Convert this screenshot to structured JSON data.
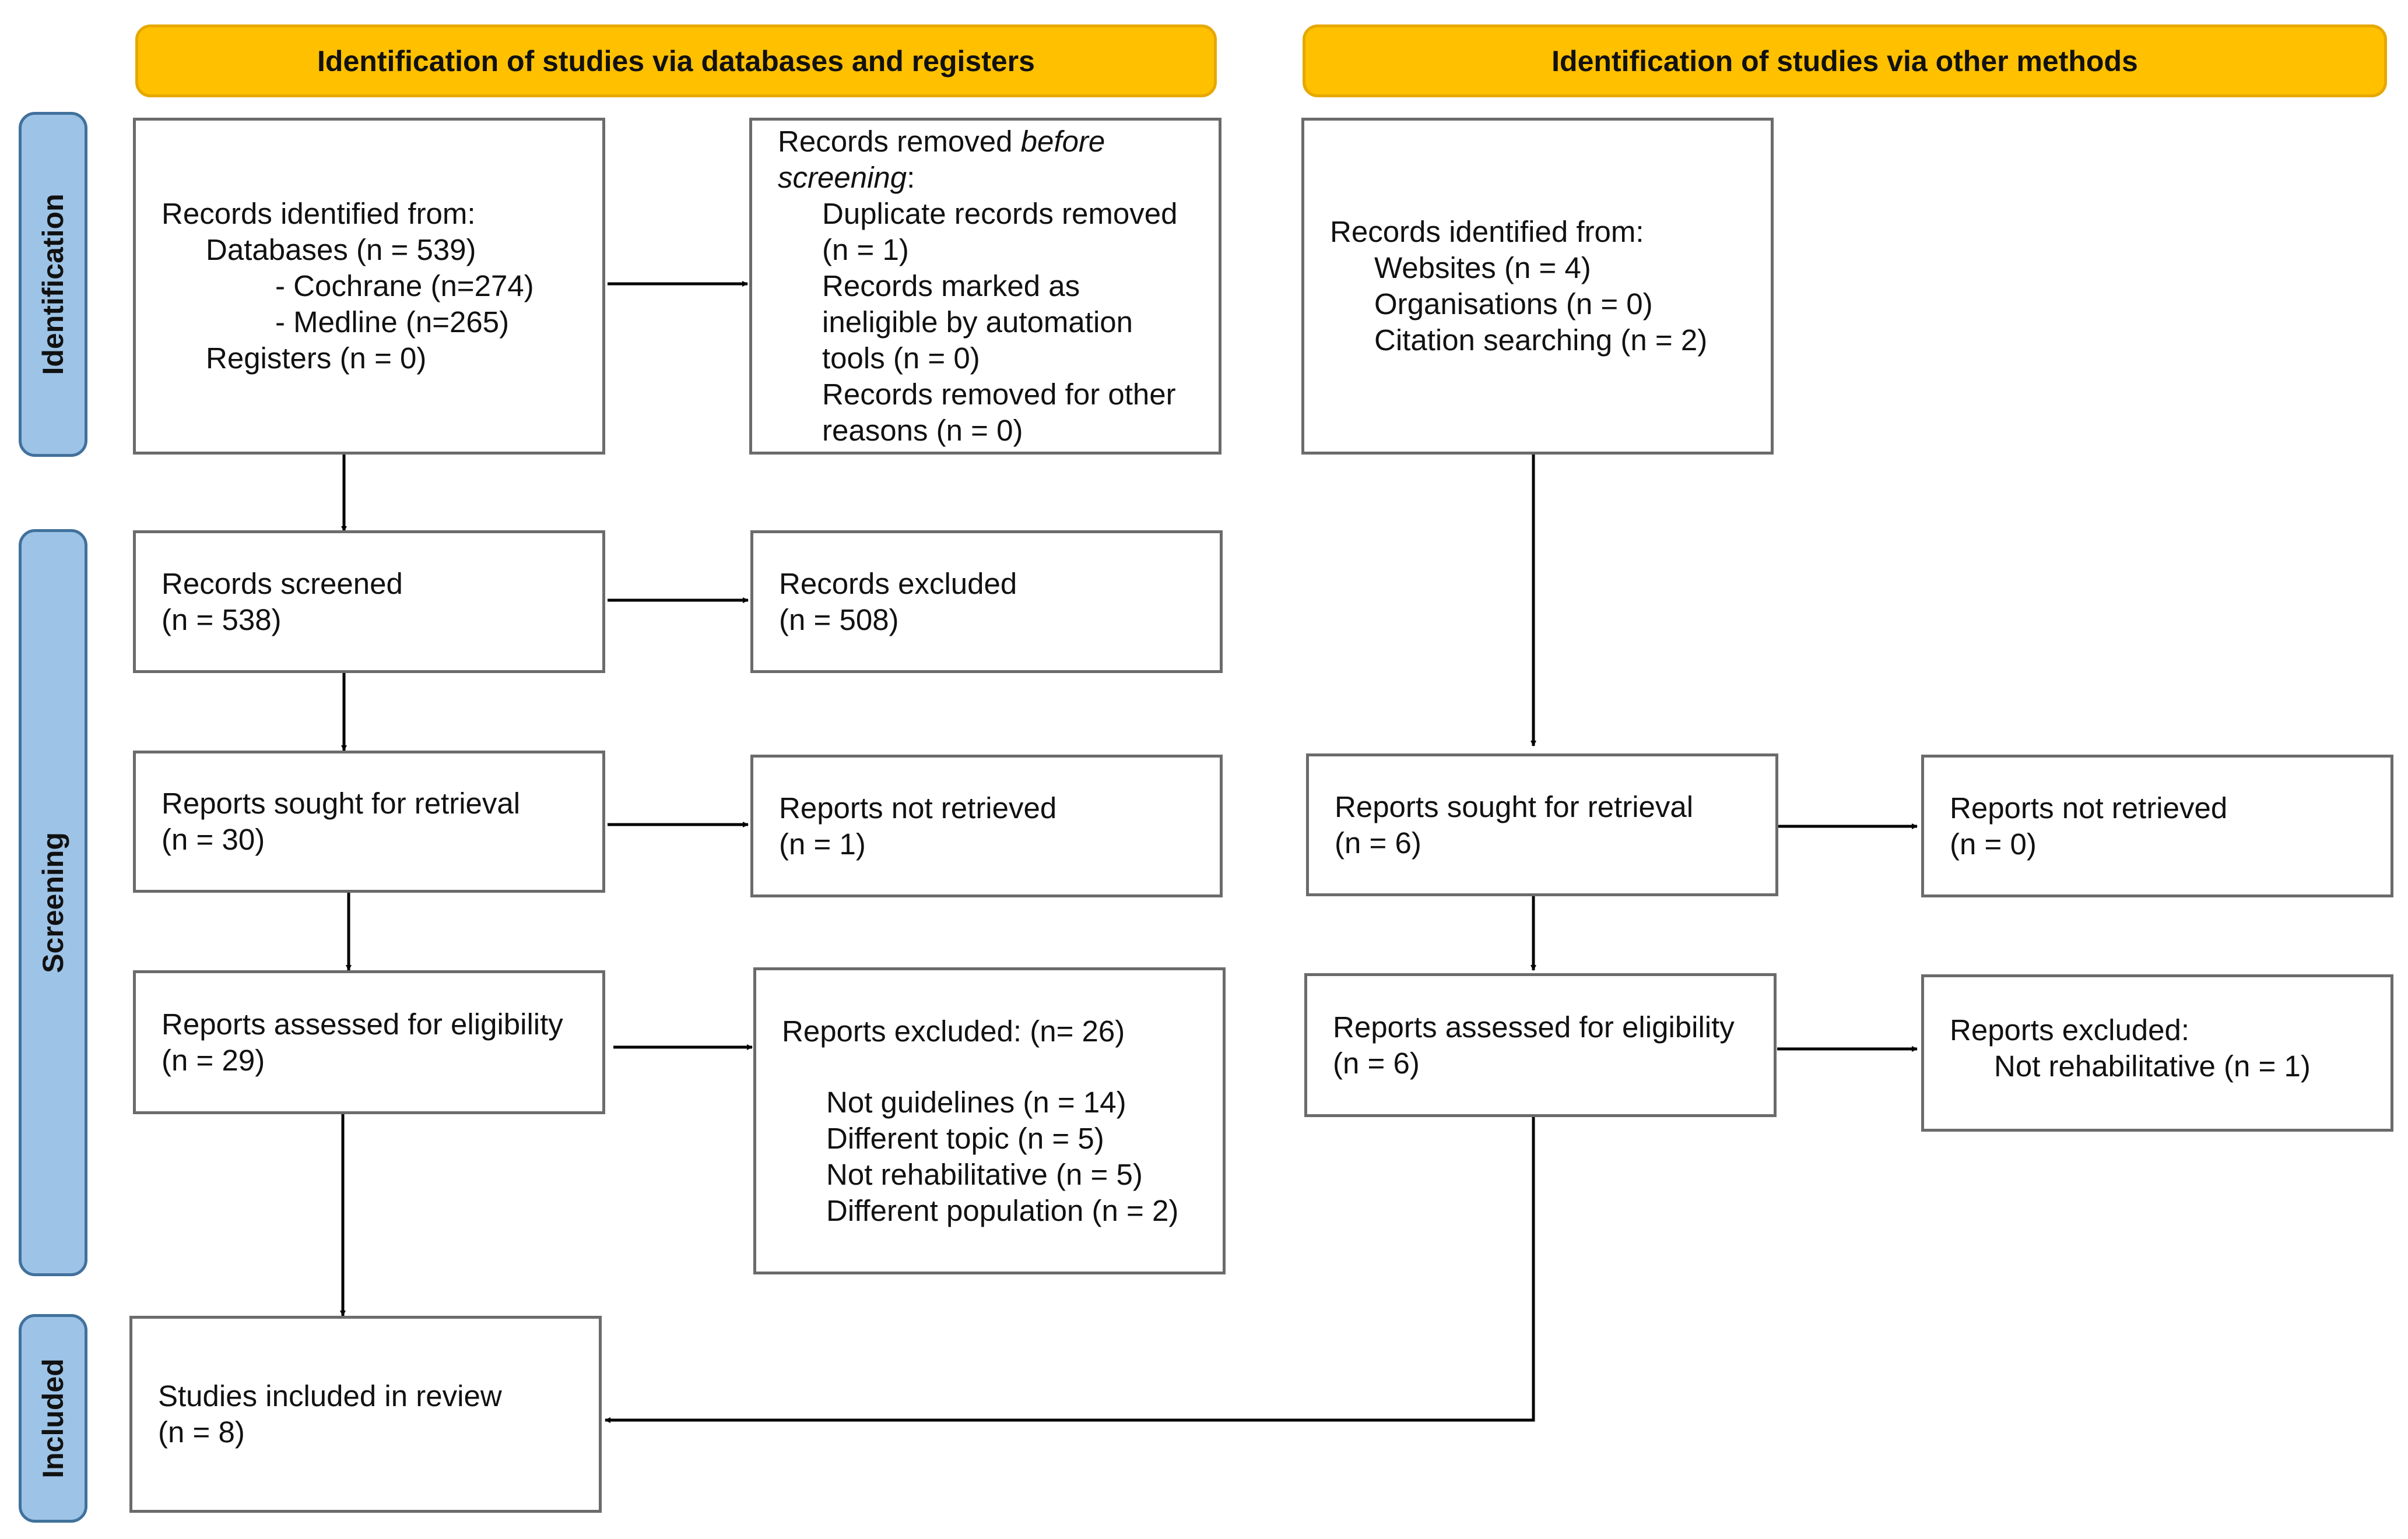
{
  "headers": {
    "databases": "Identification of studies via databases and registers",
    "other": "Identification of studies via other methods"
  },
  "phases": {
    "identification": "Identification",
    "screening": "Screening",
    "included": "Included"
  },
  "left": {
    "records_identified": {
      "title": "Records identified from:",
      "databases": "Databases (n = 539)",
      "cochrane": "- Cochrane (n=274)",
      "medline": "- Medline (n=265)",
      "registers": "Registers (n = 0)"
    },
    "records_removed": {
      "title_prefix": "Records removed ",
      "title_emphasis": "before screening",
      "title_suffix": ":",
      "duplicates": "Duplicate records removed (n = 1)",
      "ineligible": "Records marked as ineligible by automation tools (n = 0)",
      "other": "Records removed for other reasons (n = 0)"
    },
    "screened": {
      "label": "Records screened",
      "count": "(n = 538)"
    },
    "excluded": {
      "label": "Records excluded",
      "count": "(n = 508)"
    },
    "sought": {
      "label": "Reports sought for retrieval",
      "count": "(n = 30)"
    },
    "not_retrieved": {
      "label": "Reports not retrieved",
      "count": "(n = 1)"
    },
    "assessed": {
      "label": "Reports assessed for eligibility",
      "count": "(n = 29)"
    },
    "reports_excluded": {
      "title": "Reports excluded: (n= 26)",
      "reasons": [
        "Not guidelines (n = 14)",
        "Different topic (n = 5)",
        "Not rehabilitative (n = 5)",
        "Different population (n = 2)"
      ]
    },
    "included": {
      "label": "Studies included in review",
      "count": "(n = 8)"
    }
  },
  "right": {
    "records_identified": {
      "title": "Records identified from:",
      "websites": "Websites (n = 4)",
      "organisations": "Organisations (n = 0)",
      "citation": "Citation searching (n = 2)"
    },
    "sought": {
      "label": "Reports sought for retrieval",
      "count": "(n = 6)"
    },
    "not_retrieved": {
      "label": "Reports not retrieved",
      "count": "(n = 0)"
    },
    "assessed": {
      "label": "Reports assessed for eligibility",
      "count": "(n = 6)"
    },
    "reports_excluded": {
      "title": "Reports excluded:",
      "reasons": [
        "Not rehabilitative (n = 1)"
      ]
    }
  }
}
